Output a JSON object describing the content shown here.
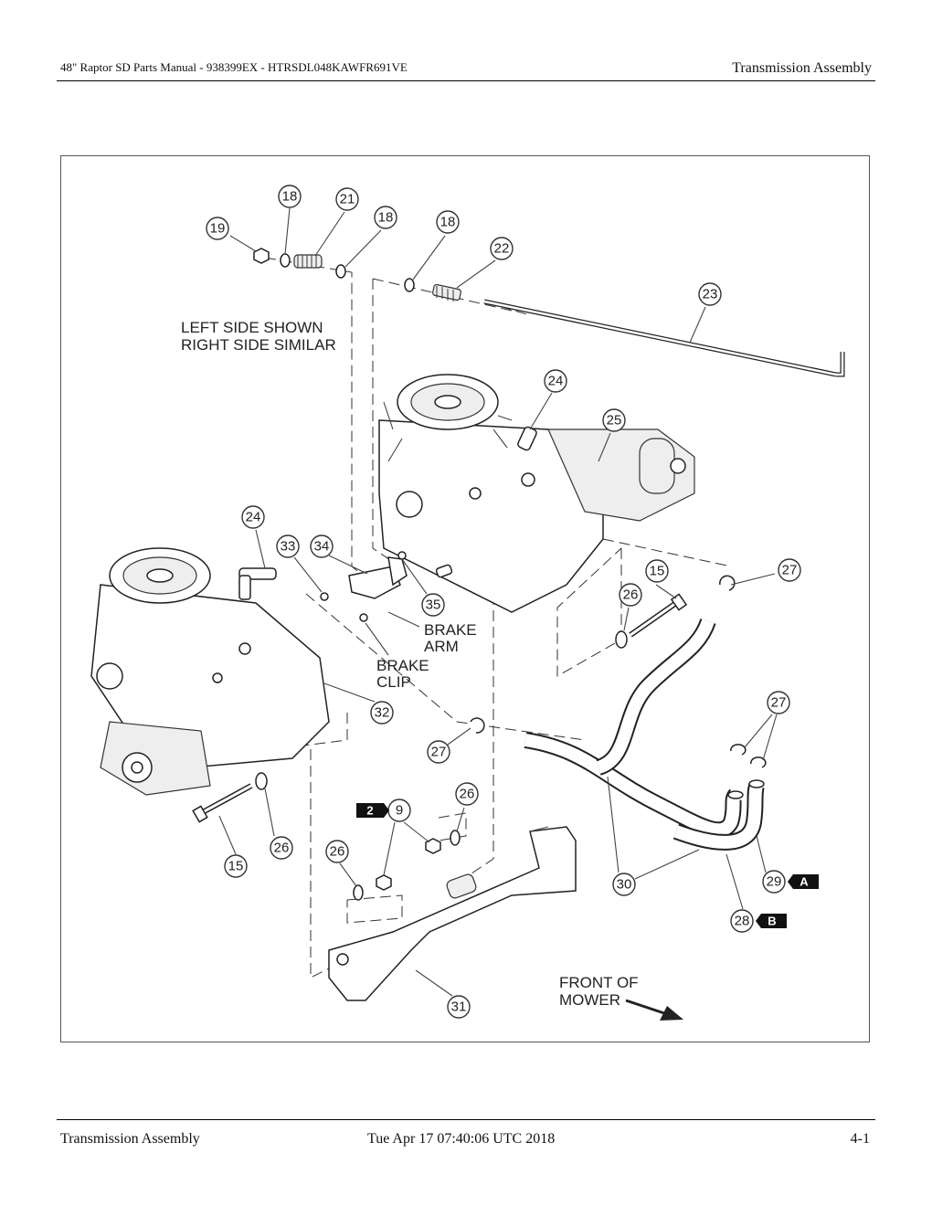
{
  "header": {
    "left": "48\" Raptor SD Parts Manual - 938399EX - HTRSDL048KAWFR691VE",
    "right": "Transmission Assembly"
  },
  "footer": {
    "left": "Transmission Assembly",
    "center": "Tue Apr 17 07:40:06 UTC 2018",
    "right": "4-1"
  },
  "diagram": {
    "notes": {
      "side_line1": "LEFT SIDE SHOWN",
      "side_line2": "RIGHT SIDE SIMILAR",
      "brake_arm_line1": "BRAKE",
      "brake_arm_line2": "ARM",
      "brake_clip_line1": "BRAKE",
      "brake_clip_line2": "CLIP",
      "front_line1": "FRONT OF",
      "front_line2": "MOWER"
    },
    "callouts": {
      "c19": "19",
      "c18a": "18",
      "c21": "21",
      "c18b": "18",
      "c18c": "18",
      "c22": "22",
      "c23": "23",
      "c24a": "24",
      "c25": "25",
      "c24b": "24",
      "c33": "33",
      "c34": "34",
      "c35": "35",
      "c15a": "15",
      "c26a": "26",
      "c27a": "27",
      "c32": "32",
      "c27b": "27",
      "c27c": "27",
      "c9": "9",
      "c26b": "26",
      "c15b": "15",
      "c26c": "26",
      "c26d": "26",
      "c30": "30",
      "c29": "29",
      "c28": "28",
      "c31": "31"
    },
    "tags": {
      "t2": "2",
      "tA": "A",
      "tB": "B"
    }
  }
}
